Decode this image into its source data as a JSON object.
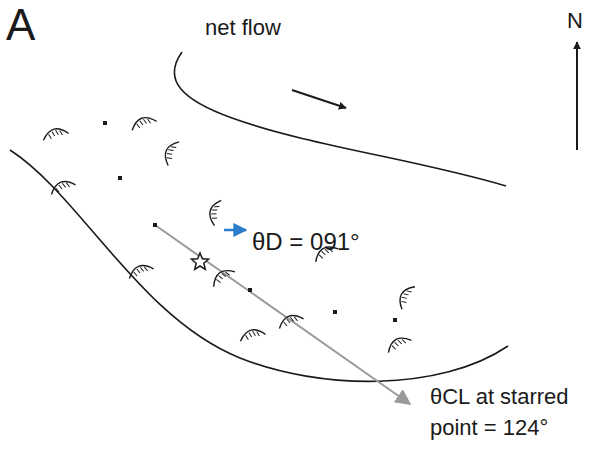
{
  "diagram": {
    "labels": [
      "A",
      "net flow",
      "N",
      "θD = 091°",
      "θCL at starred point = 124°"
    ]
  }
}
